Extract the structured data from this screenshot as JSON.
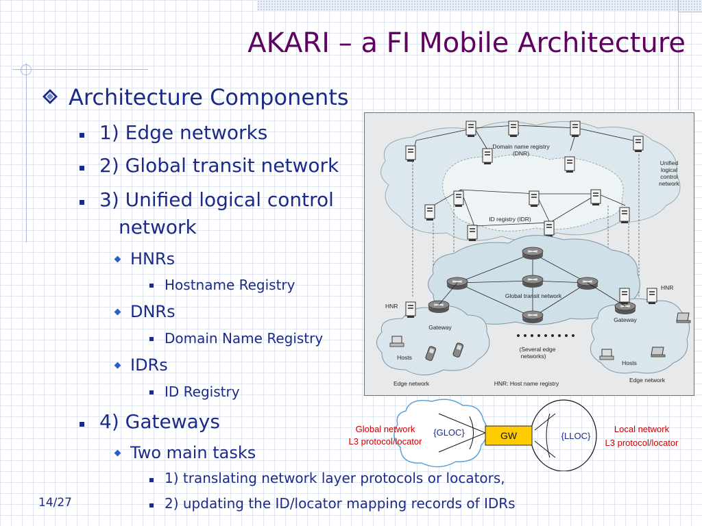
{
  "slide": {
    "title": "AKARI – a FI Mobile Architecture",
    "page_number": "14/27",
    "bullets": {
      "main": "Architecture Components",
      "edge": "1) Edge networks",
      "transit": "2) Global transit network",
      "unified_line1": "3) Unified logical control",
      "unified_line2": "network",
      "hnrs": "HNRs",
      "hostname_registry": "Hostname Registry",
      "dnrs": "DNRs",
      "domain_name_registry": "Domain Name Registry",
      "idrs": "IDRs",
      "id_registry": "ID Registry",
      "gateways": "4) Gateways",
      "two_tasks": "Two main tasks",
      "task1": "1) translating network layer protocols or locators,",
      "task2": "2) updating the ID/locator mapping records of IDRs"
    }
  },
  "figure": {
    "dnr_line1": "Domain name registry",
    "dnr_line2": "(DNR)",
    "unified_line1": "Unified",
    "unified_line2": "logical",
    "unified_line3": "control",
    "unified_line4": "network",
    "idr": "ID registry (IDR)",
    "global_transit": "Global transit network",
    "hnr_left": "HNR",
    "hnr_right": "HNR",
    "gateway_left": "Gateway",
    "gateway_right": "Gateway",
    "several_line1": "(Several edge",
    "several_line2": "networks)",
    "hosts_left": "Hosts",
    "hosts_right": "Hosts",
    "edge_left": "Edge network",
    "edge_right": "Edge network",
    "hnr_caption": "HNR: Host name registry"
  },
  "gw_diagram": {
    "global_line1": "Global network",
    "global_line2": "L3 protocol/locator",
    "gloc": "{GLOC}",
    "gw": "GW",
    "lloc": "{LLOC}",
    "local_line1": "Local network",
    "local_line2": "L3 protocol/locator"
  },
  "colors": {
    "title": "#600060",
    "text": "#1b2a88",
    "diamond": "#2a61c6",
    "gw_box": "#ffcc00",
    "red_label": "#cc0000"
  }
}
